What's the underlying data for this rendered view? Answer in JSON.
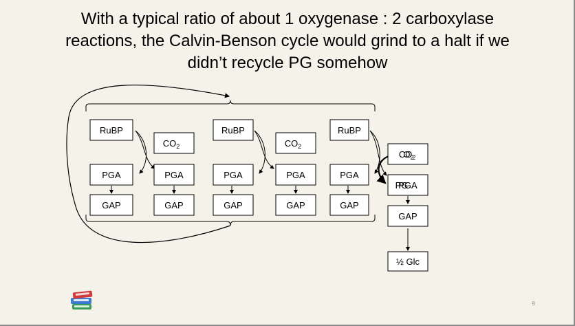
{
  "slide": {
    "title_lines": [
      "With a typical ratio of about 1 oxygenase : 2 carboxylase",
      "reactions, the Calvin-Benson cycle would grind to a halt if we",
      "didn’t recycle PG somehow"
    ],
    "page_number": "9"
  },
  "diagram": {
    "rubp": [
      "RuBP",
      "RuBP",
      "RuBP"
    ],
    "co2": [
      "CO",
      "CO"
    ],
    "co2_sub": "2",
    "pga": [
      "PGA",
      "PGA",
      "PGA",
      "PGA",
      "PGA"
    ],
    "gap": [
      "GAP",
      "GAP",
      "GAP",
      "GAP",
      "GAP"
    ],
    "right": {
      "overlap_top_a": "CO",
      "overlap_top_b": "O",
      "overlap_sub": "2",
      "overlap_bottom_a": "PG",
      "overlap_bottom_b": "PGA",
      "gap": "GAP",
      "glc": "½ Glc"
    }
  },
  "logo": {
    "icon": "books-icon"
  },
  "colors": {
    "background": "#f4f2e9",
    "box_fill": "#ffffff",
    "line": "#000000"
  }
}
